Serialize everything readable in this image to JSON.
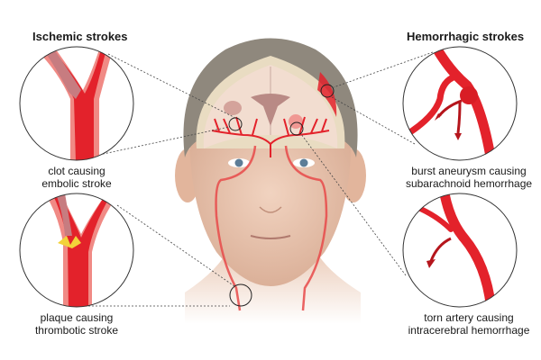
{
  "headings": {
    "left": "Ischemic strokes",
    "right": "Hemorrhagic strokes"
  },
  "callouts": [
    {
      "id": "clot",
      "line1": "clot causing",
      "line2": "embolic stroke",
      "group": "ischemic"
    },
    {
      "id": "plaque",
      "line1": "plaque causing",
      "line2": "thrombotic stroke",
      "group": "ischemic"
    },
    {
      "id": "aneurysm",
      "line1": "burst aneurysm causing",
      "line2": "subarachnoid hemorrhage",
      "group": "hemorrhagic"
    },
    {
      "id": "torn",
      "line1": "torn artery causing",
      "line2": "intracerebral hemorrhage",
      "group": "hemorrhagic"
    }
  ],
  "colors": {
    "artery": "#e3222b",
    "artery_dark": "#b5151c",
    "artery_wall": "#f08a85",
    "clot": "#c77c80",
    "plaque": "#f3d23a",
    "skin": "#ecc9b3",
    "hair": "#8a8378",
    "brain": "#f2ddd0",
    "outline": "#333333"
  }
}
